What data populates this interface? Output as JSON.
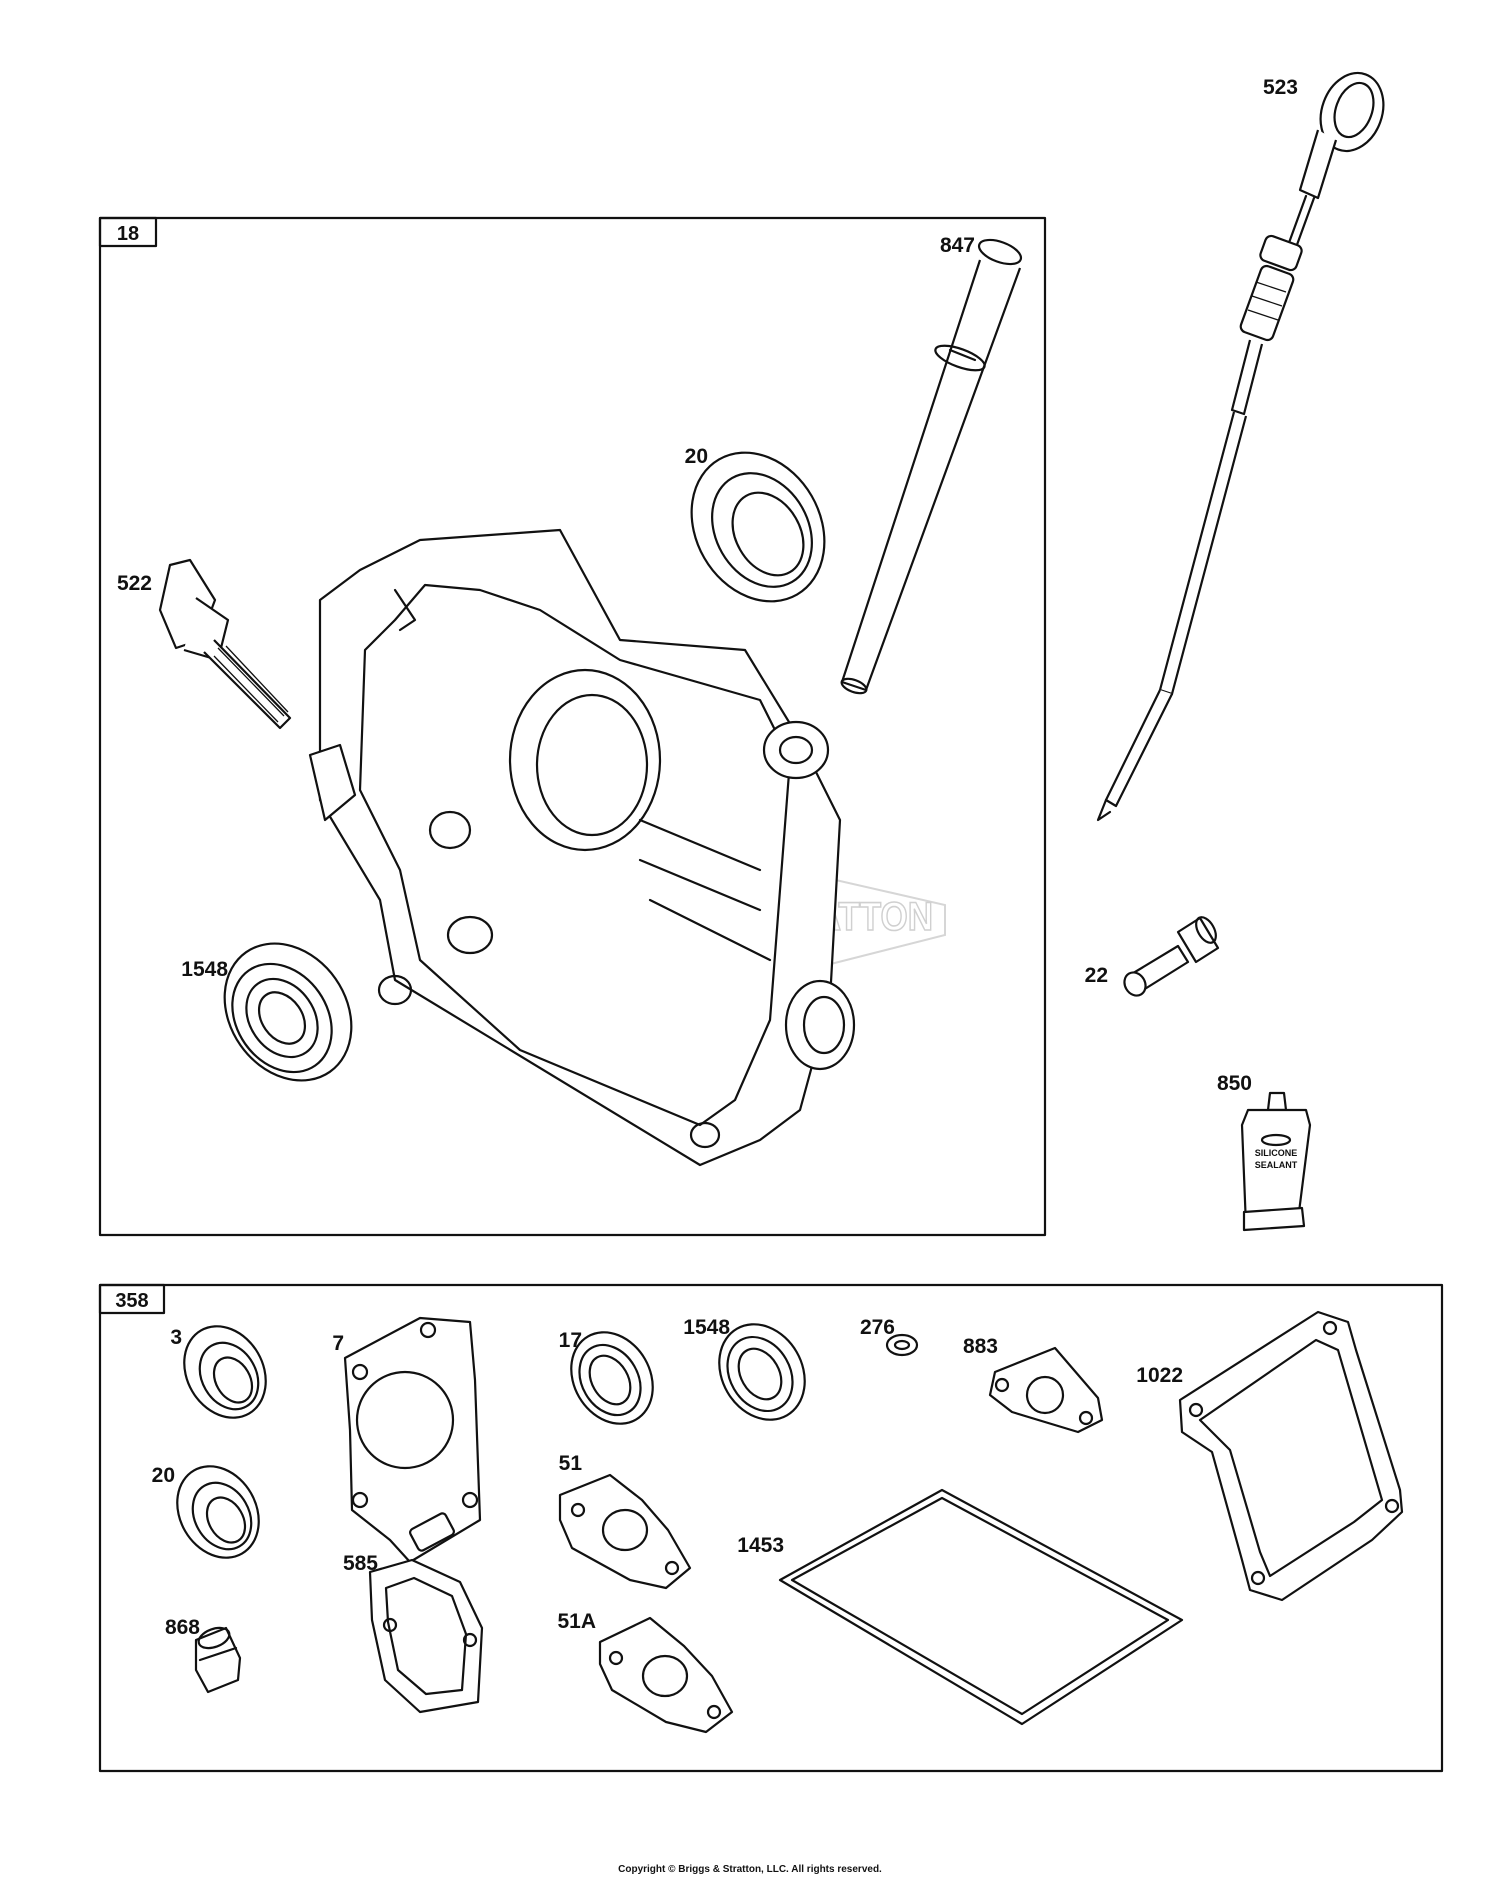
{
  "kits": [
    {
      "number": "18"
    },
    {
      "number": "358"
    }
  ],
  "callouts": {
    "p523": "523",
    "p847": "847",
    "p20a": "20",
    "p522": "522",
    "p1548a": "1548",
    "p22": "22",
    "p850": "850",
    "p3": "3",
    "p7": "7",
    "p17": "17",
    "p1548b": "1548",
    "p276": "276",
    "p883": "883",
    "p1022": "1022",
    "p20b": "20",
    "p51": "51",
    "p1453": "1453",
    "p585": "585",
    "p868": "868",
    "p51a": "51A"
  },
  "sealant_tube": {
    "line1": "SILICONE",
    "line2": "SEALANT"
  },
  "watermark": "BRIGGS & STRATTON",
  "copyright": "Copyright © Briggs & Stratton, LLC. All rights reserved."
}
